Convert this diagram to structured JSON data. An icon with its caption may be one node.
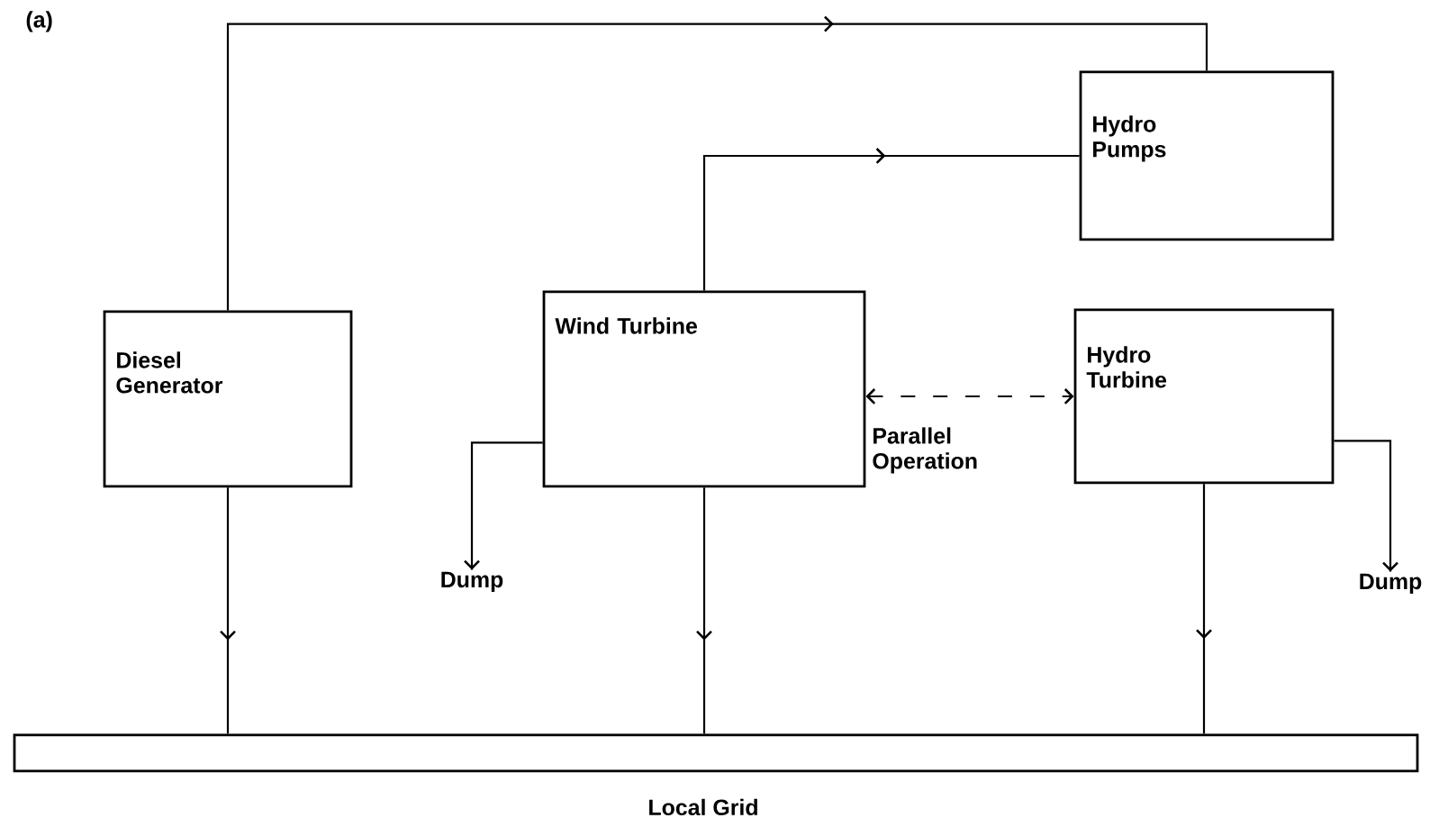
{
  "diagram": {
    "nodes": [
      {
        "text": [
          "Diesel Generator"
        ]
      },
      {
        "text": [
          "Wind Turbine"
        ]
      },
      {
        "text": [
          "Hydro Pumps"
        ]
      },
      {
        "text": [
          "Hydro Turbine"
        ]
      },
      {
        "text": [
          "Dump"
        ]
      },
      {
        "text": [
          "Dump"
        ]
      },
      {
        "text": [
          "Local Grid"
        ]
      }
    ],
    "edges": [
      {
        "from": 0,
        "to": 2,
        "arrow": "to"
      },
      {
        "from": 1,
        "to": 2,
        "arrow": "to"
      },
      {
        "from": 1,
        "to": 3,
        "arrow": "both",
        "style": "dashed",
        "label": "Parallel Operation"
      },
      {
        "from": 1,
        "to": 4,
        "arrow": "to"
      },
      {
        "from": 3,
        "to": 5,
        "arrow": "to"
      },
      {
        "from": 0,
        "to": 6,
        "arrow": "to"
      },
      {
        "from": 1,
        "to": 6,
        "arrow": "to"
      },
      {
        "from": 3,
        "to": 6,
        "arrow": "to"
      }
    ],
    "labels": [
      "(a)"
    ]
  }
}
